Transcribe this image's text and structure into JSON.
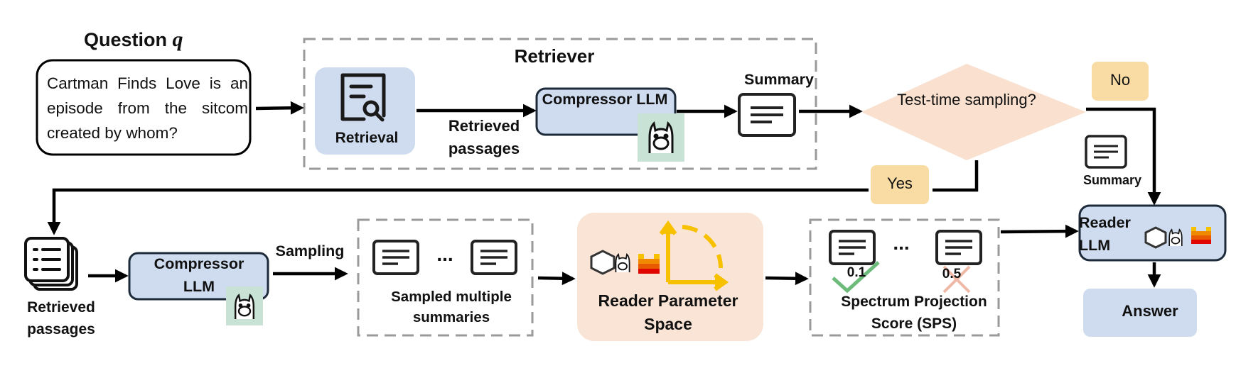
{
  "question": {
    "title": "Question",
    "variable": "q",
    "text": "Cartman Finds Love is an episode from the sitcom created by whom?"
  },
  "retriever": {
    "title": "Retriever",
    "retrieval_label": "Retrieval",
    "compressor_label": "Compressor LLM",
    "passages_label": "Retrieved passages",
    "summary_label": "Summary"
  },
  "decision": {
    "text": "Test-time sampling?",
    "no_label": "No",
    "yes_label": "Yes"
  },
  "summary_small_label": "Summary",
  "sampling_branch": {
    "passages_label": "Retrieved passages",
    "compressor_label": "Compressor LLM",
    "sampling_label": "Sampling",
    "ellipsis": "...",
    "sampled_label": "Sampled multiple summaries",
    "reader_space_label": "Reader Parameter Space",
    "score_good": "0.1",
    "score_bad": "0.5",
    "sps_label": "Spectrum Projection Score (SPS)"
  },
  "reader": {
    "label": "Reader LLM",
    "answer_label": "Answer"
  },
  "colors": {
    "blue_fill": "#cfdcef",
    "blue_stroke": "#1c2a3a",
    "peach": "#f9e4d6",
    "diamond": "#f9e0cf",
    "tag": "#f8dca3",
    "llama_bg": "#c8e3d6",
    "yellow": "#f7c100",
    "dash": "#9a9a9a",
    "check": "#6dbb7a",
    "cross": "#f0b8a6"
  }
}
